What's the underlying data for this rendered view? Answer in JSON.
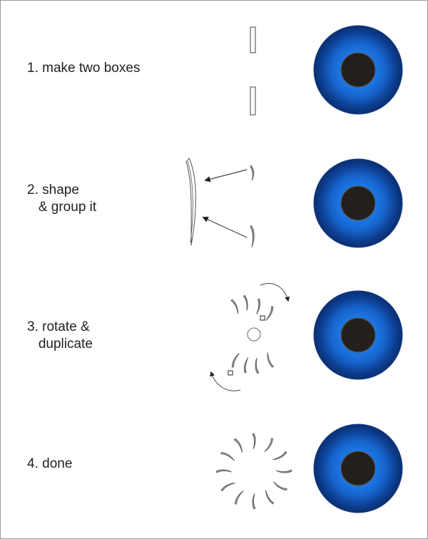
{
  "steps": [
    {
      "label": "1. make two boxes"
    },
    {
      "label": "2. shape\n   & group it"
    },
    {
      "label": "3. rotate &\n   duplicate"
    },
    {
      "label": "4. done"
    }
  ],
  "icons": {
    "eye": "eye-icon",
    "box": "box-icon",
    "arrow": "arrow-icon"
  },
  "colors": {
    "iris_outer": "#0a3a8a",
    "iris_mid": "#1a6ad8",
    "pupil": "#231f1c",
    "stroke": "#555555",
    "border": "#9a9a9a"
  }
}
